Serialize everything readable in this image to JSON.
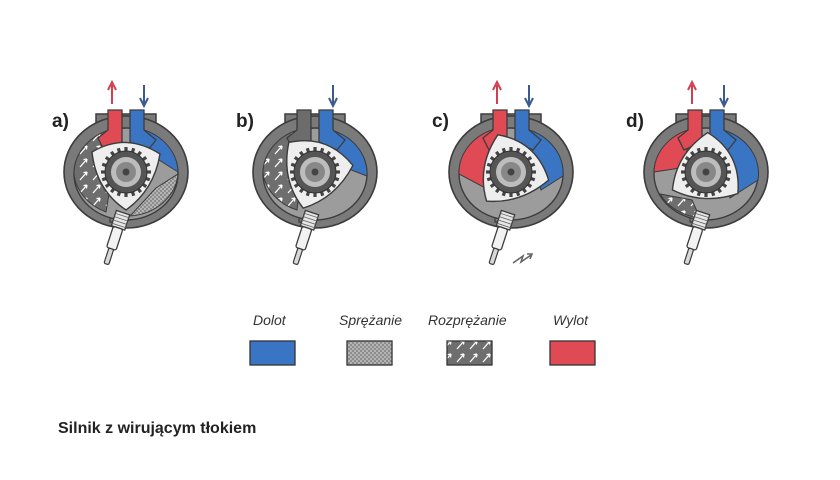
{
  "stages": [
    {
      "label": "a)",
      "phase": "intake"
    },
    {
      "label": "b)",
      "phase": "compression"
    },
    {
      "label": "c)",
      "phase": "ignition"
    },
    {
      "label": "d)",
      "phase": "exhaust"
    }
  ],
  "legend": [
    {
      "label": "Dolot",
      "pattern": "solid",
      "color": "#3a75c4"
    },
    {
      "label": "Sprężanie",
      "pattern": "dots",
      "color": "#9a9a9a"
    },
    {
      "label": "Rozprężanie",
      "pattern": "arrows",
      "color": "#6e6e6e"
    },
    {
      "label": "Wylot",
      "pattern": "solid",
      "color": "#e04a55"
    }
  ],
  "caption": "Silnik z wirującym tłokiem",
  "colors": {
    "intake": "#3a75c4",
    "exhaust": "#e04a55",
    "housing": "#7a7a7a",
    "outline": "#3c3c3c",
    "rotor": "#eeeeee",
    "arrow_in": "#3a5a90",
    "arrow_out": "#d04050"
  }
}
